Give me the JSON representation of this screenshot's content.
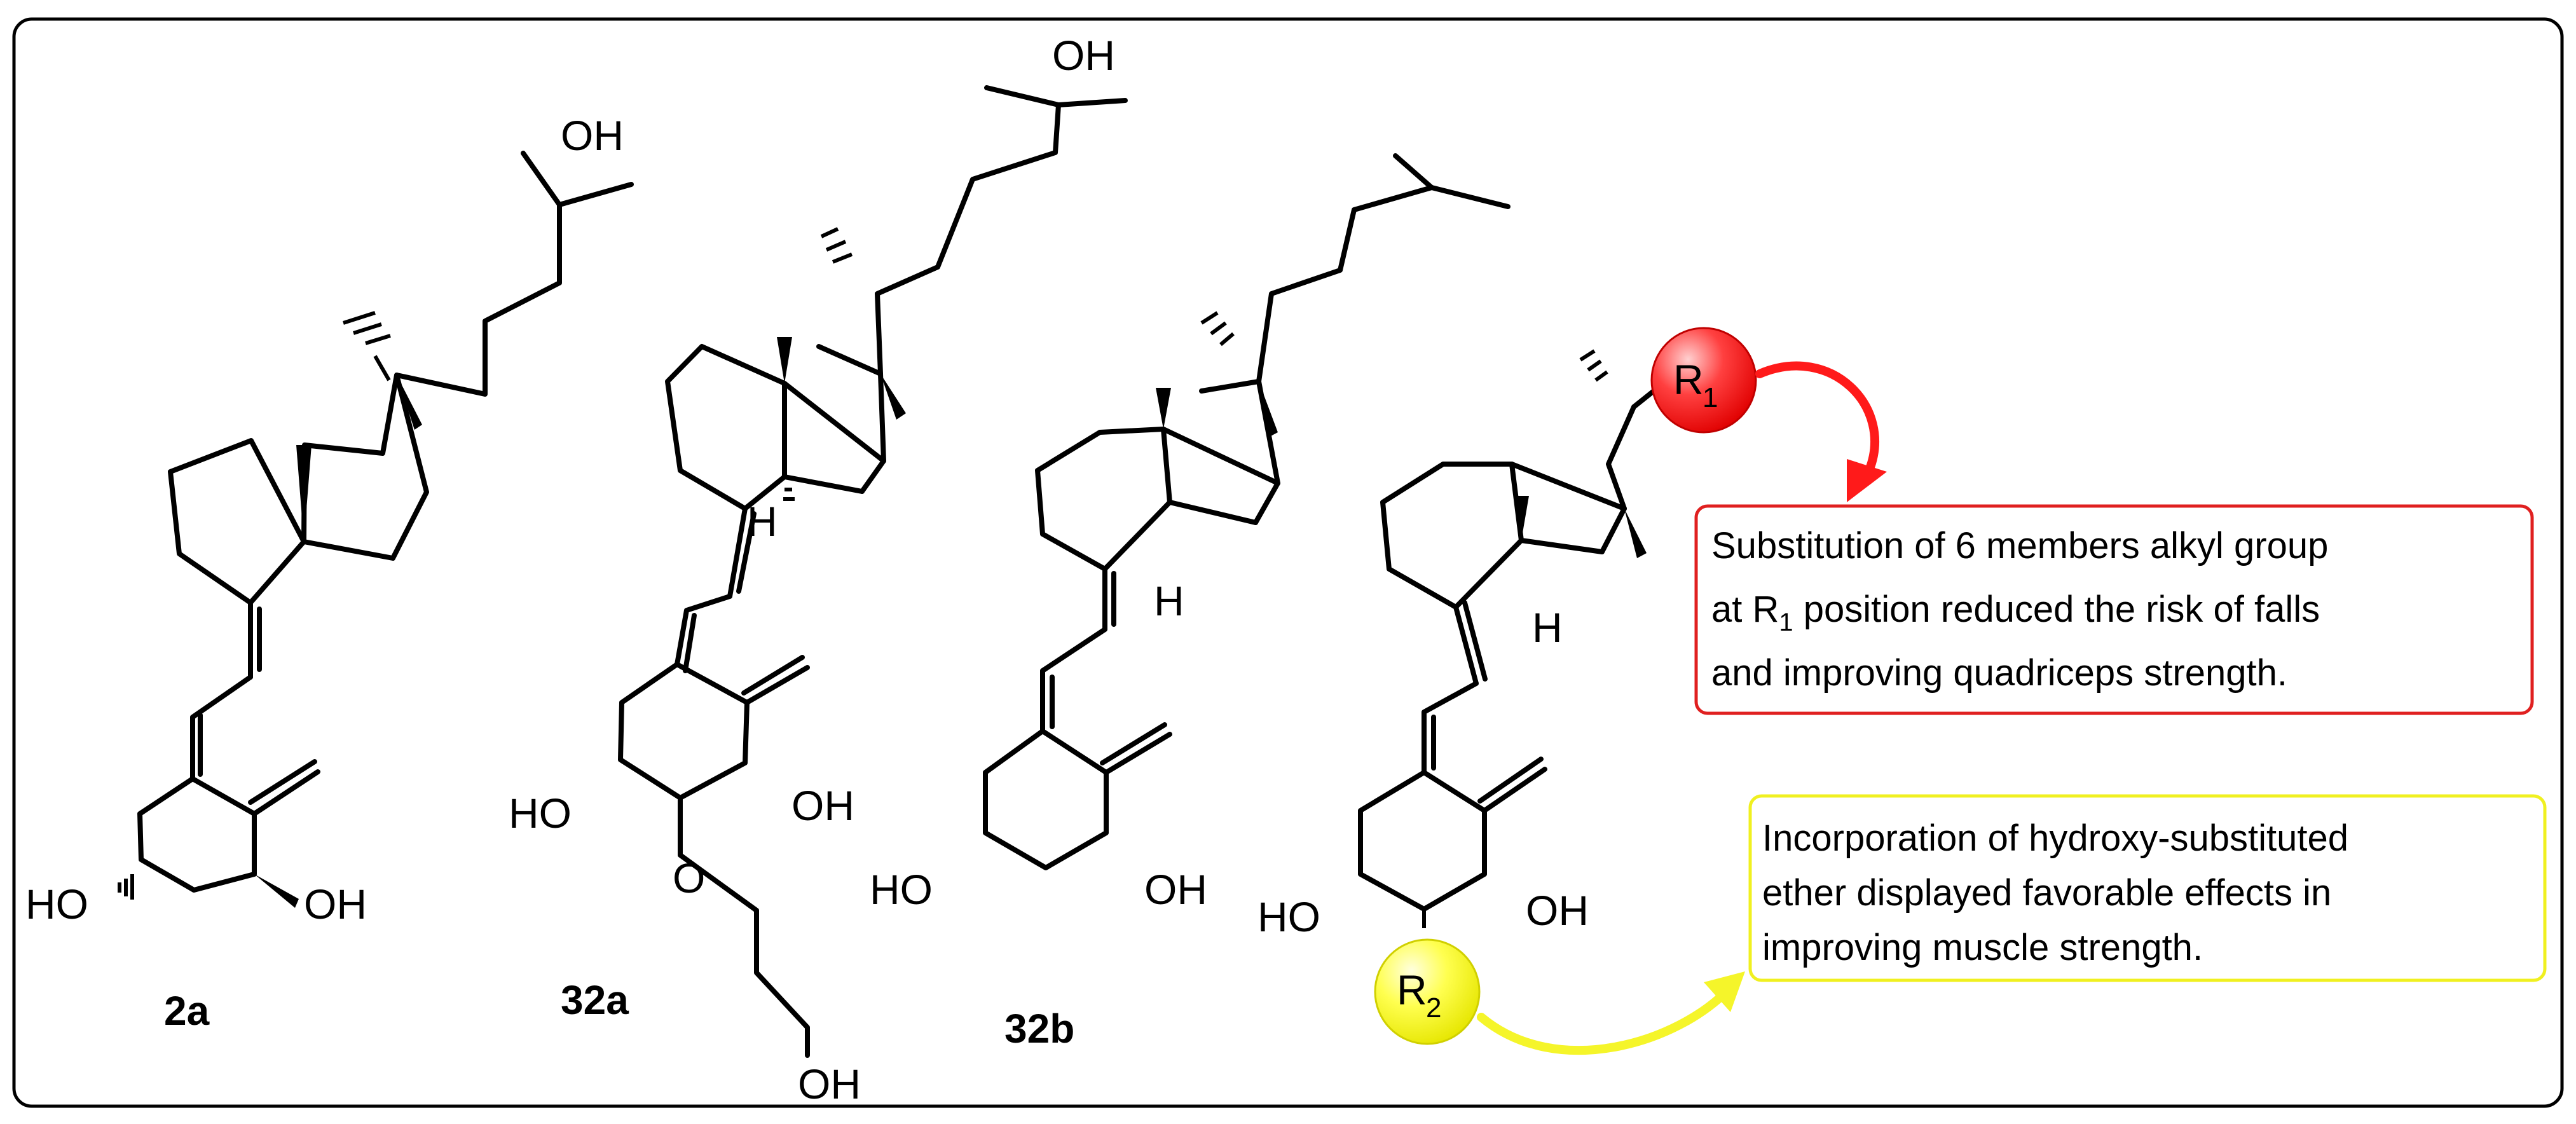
{
  "frame": {
    "border_color": "#000000"
  },
  "compounds": [
    {
      "id": "2a",
      "label": "2a",
      "atoms": [
        "OH",
        "HO",
        "OH"
      ]
    },
    {
      "id": "32a",
      "label": "32a",
      "atoms": [
        "OH",
        "H",
        "HO",
        "OH",
        "O",
        "OH"
      ]
    },
    {
      "id": "32b",
      "label": "32b",
      "atoms": [
        "H",
        "HO",
        "OH"
      ]
    },
    {
      "id": "general",
      "atoms": [
        "H",
        "HO",
        "OH"
      ],
      "r1": {
        "label": "R",
        "sub": "1",
        "color": "#ff2020"
      },
      "r2": {
        "label": "R",
        "sub": "2",
        "color": "#ffff20"
      }
    }
  ],
  "callouts": {
    "r1": {
      "border_color": "#e02020",
      "arrow_color": "#ff1a1a",
      "line1": "Substitution of 6 members alkyl group",
      "line2_pre": "at R",
      "line2_sub": "1",
      "line2_post": " position reduced the risk of falls",
      "line3": "and improving quadriceps strength."
    },
    "r2": {
      "border_color": "#f0f020",
      "arrow_color": "#f5f52a",
      "line1": "Incorporation of hydroxy-substituted",
      "line2": "ether displayed favorable effects in",
      "line3": "improving muscle strength."
    }
  }
}
